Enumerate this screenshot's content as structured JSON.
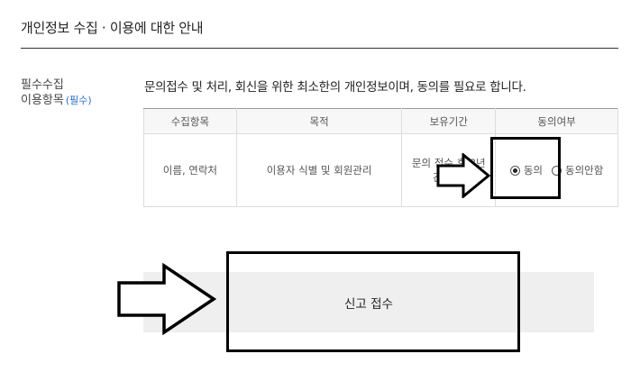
{
  "section": {
    "title": "개인정보 수집 · 이용에 대한 안내"
  },
  "label": {
    "line1": "필수수집",
    "line2": "이용항목",
    "required": "(필수)"
  },
  "notice": "문의접수 및 처리, 회신을 위한 최소한의 개인정보이며, 동의를 필요로 합니다.",
  "table": {
    "headers": [
      "수집항목",
      "목적",
      "보유기간",
      "동의여부"
    ],
    "row": {
      "items": "이름, 연락처",
      "purpose": "이용자 식별 및 회원관리",
      "retention_line1": "문의 접수 후 3년",
      "retention_line2": "간 보관"
    },
    "consent": {
      "agree": "동의",
      "disagree": "동의안함",
      "selected": "agree"
    }
  },
  "submit": {
    "label": "신고 접수"
  },
  "colors": {
    "accent_required": "#2a6fc9",
    "button_bg": "#efefef",
    "highlight": "#000000"
  }
}
